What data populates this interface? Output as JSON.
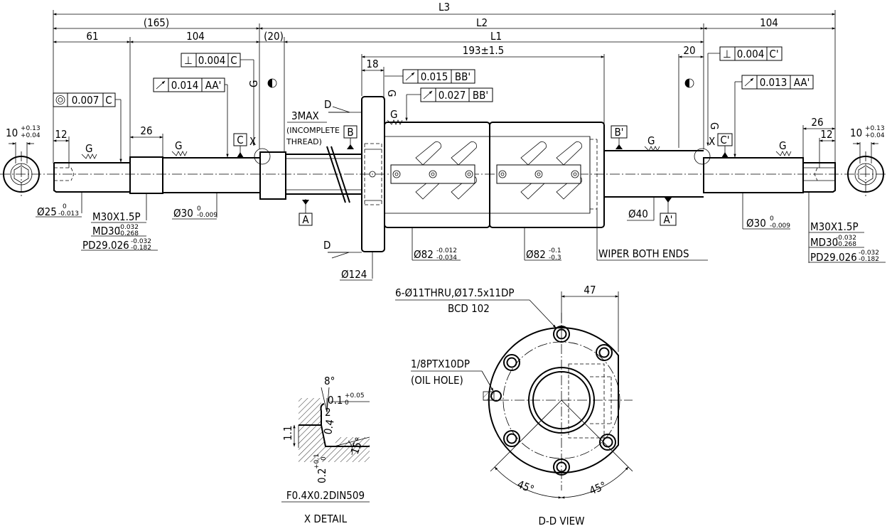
{
  "dims": {
    "l3": "L3",
    "l2": "L2",
    "l1": "L1",
    "d165": "(165)",
    "d104a": "104",
    "d104b": "104",
    "d61": "61",
    "d20a": "(20)",
    "d193": "193±1.5",
    "d18": "18",
    "d20b": "20",
    "d26a": "26",
    "d26b": "26",
    "d12a": "12",
    "d12b": "12",
    "d10a": "10",
    "d10b": "10",
    "tol_10": "+0.13",
    "tol_10b": "+0.04",
    "d3max": "3MAX",
    "incomplete": "(INCOMPLETE",
    "thread": "THREAD)",
    "d124": "Ø124",
    "d40": "Ø40",
    "d47": "47"
  },
  "shaft_dia": {
    "d25": "Ø25",
    "d25_up": "0",
    "d25_lo": "-0.013",
    "d30a": "Ø30",
    "d30a_up": "0",
    "d30a_lo": "-0.009",
    "d30b": "Ø30",
    "d30b_up": "0",
    "d30b_lo": "-0.009",
    "d82a": "Ø82",
    "d82a_up": "-0.012",
    "d82a_lo": "-0.034",
    "d82b": "Ø82",
    "d82b_up": "-0.1",
    "d82b_lo": "-0.3"
  },
  "threads": {
    "left_m": "M30X1.5P",
    "left_md": "MD30",
    "left_md_up": "-0.032",
    "left_md_lo": "-0.268",
    "left_pd": "PD29.026",
    "left_pd_up": "-0.032",
    "left_pd_lo": "-0.182",
    "right_m": "M30X1.5P",
    "right_md": "MD30",
    "right_md_up": "-0.032",
    "right_md_lo": "-0.268",
    "right_pd": "PD29.026",
    "right_pd_up": "-0.032",
    "right_pd_lo": "-0.182"
  },
  "tolerances": {
    "perp_left_sym": "⊥",
    "perp_left_val": "0.004",
    "perp_left_ref": "C",
    "perp_right_sym": "⊥",
    "perp_right_val": "0.004",
    "perp_right_ref": "C'",
    "runout_left_val": "0.014",
    "runout_left_ref": "AA'",
    "runout_right_val": "0.013",
    "runout_right_ref": "AA'",
    "conc_val": "0.007",
    "conc_ref": "C",
    "nut_runout1_val": "0.015",
    "nut_runout1_ref": "BB'",
    "nut_runout2_val": "0.027",
    "nut_runout2_ref": "BB'"
  },
  "datums": {
    "a": "A",
    "a2": "A'",
    "b": "B",
    "b2": "B'",
    "c": "C",
    "c2": "C'"
  },
  "marks": {
    "g": "G",
    "x": "X",
    "d": "D"
  },
  "notes": {
    "wiper": "WIPER BOTH ENDS"
  },
  "ddview": {
    "holes": "6-Ø11THRU,Ø17.5x11DP",
    "bcd": "BCD 102",
    "oil1": "1/8PTX10DP",
    "oil2": "(OIL HOLE)",
    "angle1": "45°",
    "angle2": "45°",
    "title": "D-D VIEW"
  },
  "xdetail": {
    "a8": "8°",
    "d01": "0.1",
    "d01_up": "+0.05",
    "d01_lo": "0",
    "d2": "2",
    "d04": "0.4",
    "d11": "1.1",
    "a15": "15°",
    "d02": "0.2",
    "d02_up": "+0.1",
    "d02_lo": "0",
    "note": "F0.4X0.2DIN509",
    "title": "X DETAIL"
  }
}
